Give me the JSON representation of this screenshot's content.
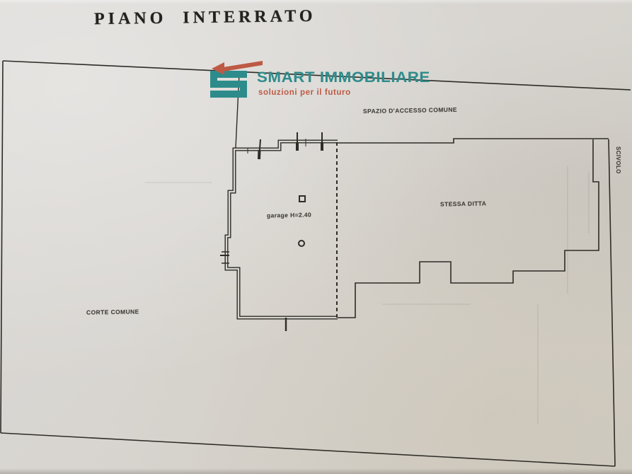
{
  "title": "PIANO INTERRATO",
  "logo": {
    "brand": "SMART IMMOBILIARE",
    "tagline": "soluzioni per il futuro"
  },
  "plan_labels": {
    "access_space": "SPAZIO D'ACCESSO COMUNE",
    "same_company": "STESSA DITTA",
    "garage": "garage H=2.40",
    "courtyard": "CORTE COMUNE",
    "ramp": "SCIVOLO"
  },
  "colors": {
    "paper": "#d8d5cf",
    "ink": "#2e2c27",
    "logo_teal": "#2d8c8b",
    "logo_red": "#bd5a45",
    "title_ink": "#24221d"
  }
}
